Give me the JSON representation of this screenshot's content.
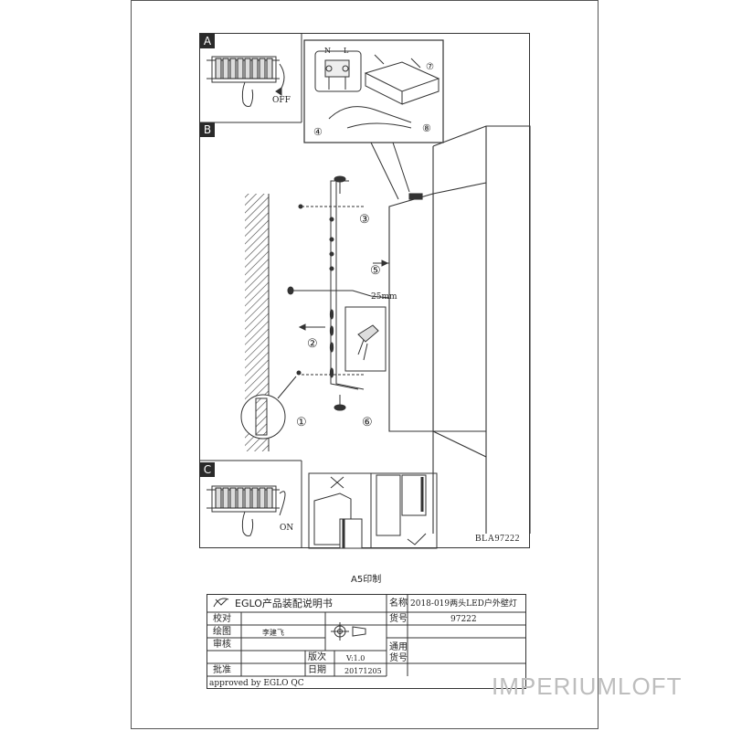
{
  "sections": {
    "a": "A",
    "b": "B",
    "c": "C"
  },
  "labels": {
    "off": "OFF",
    "on": "ON",
    "dim": "25mm",
    "steps": [
      "①",
      "②",
      "③",
      "④",
      "⑤",
      "⑥",
      "⑦",
      "⑧"
    ],
    "terminals": {
      "n": "N",
      "l": "L"
    }
  },
  "drawing_code": "BLA97222",
  "paper_size": "A5印制",
  "title_block": {
    "brand": "EGLO产品装配说明书",
    "name_label": "名称",
    "name_value": "2018-019两头LED户外壁灯",
    "check_label": "校对",
    "item_no_label": "货号",
    "item_no_value": "97222",
    "drawn_label": "绘图",
    "drawn_value": "李建飞",
    "review_label": "审核",
    "version_label": "版次",
    "version_value": "V:1.0",
    "general_label_1": "通用",
    "general_label_2": "货号",
    "approve_label": "批准",
    "date_label": "日期",
    "date_value": "20171205",
    "approved_by": "approved by EGLO QC"
  },
  "watermark": {
    "part1": "IMPERIUM",
    "part2": "LOFT"
  },
  "colors": {
    "line": "#333333",
    "watermark": "#bdbdbd"
  }
}
